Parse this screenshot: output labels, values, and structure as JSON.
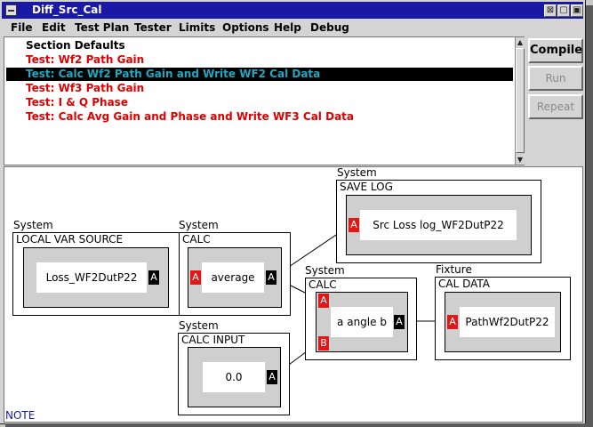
{
  "window": {
    "title": "Diff_Src_Cal"
  },
  "titlebar_buttons": [
    {
      "name": "close-window-button",
      "glyph": "⊠"
    },
    {
      "name": "minimize-window-button",
      "glyph": "▢"
    },
    {
      "name": "maximize-window-button",
      "glyph": "▣"
    }
  ],
  "menu": [
    {
      "label": "File"
    },
    {
      "label": "Edit"
    },
    {
      "label": "Test Plan"
    },
    {
      "label": "Tester"
    },
    {
      "label": "Limits"
    },
    {
      "label": "Options"
    },
    {
      "label": "Help"
    },
    {
      "label": "Debug"
    }
  ],
  "tests": [
    {
      "label": "Section Defaults",
      "style": "black"
    },
    {
      "label": "Test: Wf2 Path Gain",
      "style": "red"
    },
    {
      "label": "Test: Calc Wf2 Path Gain and Write WF2 Cal Data",
      "style": "selected"
    },
    {
      "label": "Test: Wf3 Path Gain",
      "style": "red"
    },
    {
      "label": "Test: I & Q Phase",
      "style": "red"
    },
    {
      "label": "Test: Calc Avg Gain and Phase and Write WF3 Cal Data",
      "style": "red"
    }
  ],
  "side_buttons": {
    "compile": {
      "label": "Compile",
      "enabled": true
    },
    "run": {
      "label": "Run",
      "enabled": false
    },
    "repeat": {
      "label": "Repeat",
      "enabled": false
    }
  },
  "diagram": {
    "local_var": {
      "group": "System",
      "title": "LOCAL VAR SOURCE",
      "value": "Loss_WF2DutP22",
      "out_port": "A"
    },
    "calc_avg": {
      "group": "System",
      "title": "CALC",
      "value": "average",
      "in_port": "A",
      "out_port": "A"
    },
    "save_log": {
      "group": "System",
      "title": "SAVE LOG",
      "value": "Src Loss log_WF2DutP22",
      "in_port": "A"
    },
    "calc_angle": {
      "group": "System",
      "title": "CALC",
      "value": "a angle b",
      "in_port_a": "A",
      "in_port_b": "B",
      "out_port": "A"
    },
    "calc_input": {
      "group": "System",
      "title": "CALC INPUT",
      "value": "0.0",
      "out_port": "A"
    },
    "cal_data": {
      "group": "Fixture",
      "title": "CAL DATA",
      "value": "PathWf2DutP22",
      "in_port": "A"
    }
  },
  "note": "NOTE"
}
